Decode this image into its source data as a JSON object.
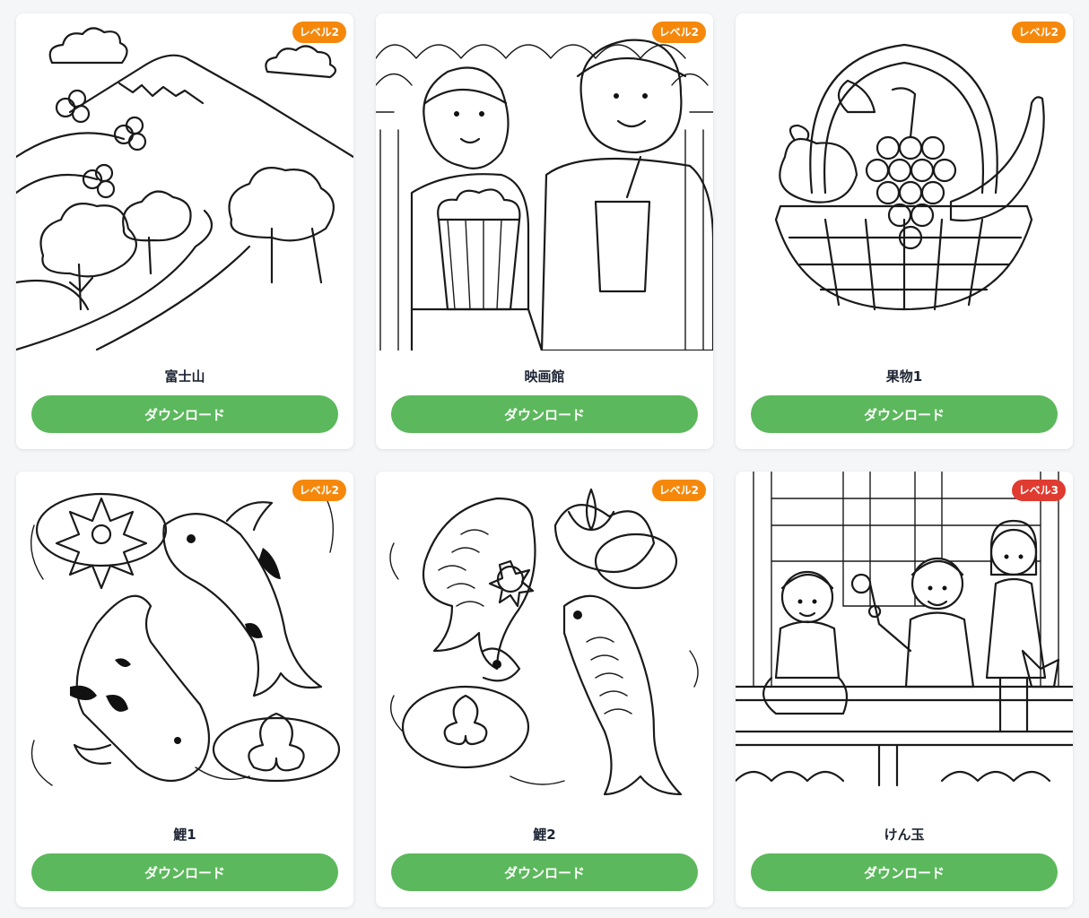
{
  "cards": [
    {
      "title": "富士山",
      "level": "レベル2",
      "level_color": "#f5880b",
      "button": "ダウンロード",
      "illustration": "mount-fuji-landscape"
    },
    {
      "title": "映画館",
      "level": "レベル2",
      "level_color": "#f5880b",
      "button": "ダウンロード",
      "illustration": "movie-theater-couple"
    },
    {
      "title": "果物1",
      "level": "レベル2",
      "level_color": "#f5880b",
      "button": "ダウンロード",
      "illustration": "fruit-basket"
    },
    {
      "title": "鯉1",
      "level": "レベル2",
      "level_color": "#f5880b",
      "button": "ダウンロード",
      "illustration": "koi-pond"
    },
    {
      "title": "鯉2",
      "level": "レベル2",
      "level_color": "#f5880b",
      "button": "ダウンロード",
      "illustration": "koi-lotus"
    },
    {
      "title": "けん玉",
      "level": "レベル3",
      "level_color": "#e03b30",
      "button": "ダウンロード",
      "illustration": "kendama-children"
    }
  ],
  "colors": {
    "button": "#5cb85c",
    "level2": "#f5880b",
    "level3": "#e03b30",
    "background": "#f5f6f8"
  }
}
